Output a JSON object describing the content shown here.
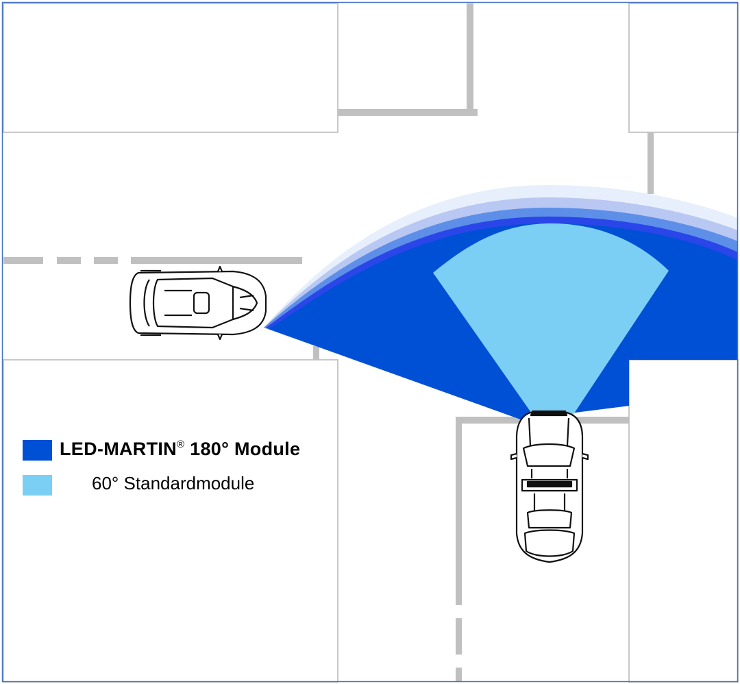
{
  "diagram": {
    "description": "Top-down intersection illustration comparing light coverage of two module types from two cars",
    "colors": {
      "frame_border": "#4472c4",
      "road_line": "#c0c0c0",
      "block_outline": "#c8c8c8",
      "module_180": "#0050d6",
      "module_180_halo_1": "#2a46e8",
      "module_180_halo_2": "#5d8fe8",
      "module_180_halo_3": "#b9c8f2",
      "module_180_halo_4": "#e6effb",
      "module_60": "#7ccff4",
      "car_outline": "#111111",
      "car_fill": "#ffffff"
    },
    "cars": [
      {
        "id": "left-car",
        "orientation": "facing-right"
      },
      {
        "id": "bottom-car",
        "orientation": "facing-up"
      }
    ]
  },
  "legend": {
    "items": [
      {
        "label_main": "LED-MARTIN",
        "label_mark": "®",
        "label_rest": " 180° Module",
        "color": "#0050d6",
        "bold": true
      },
      {
        "label_main": "60° Standardmodule",
        "label_mark": "",
        "label_rest": "",
        "color": "#7ccff4",
        "bold": false
      }
    ]
  }
}
